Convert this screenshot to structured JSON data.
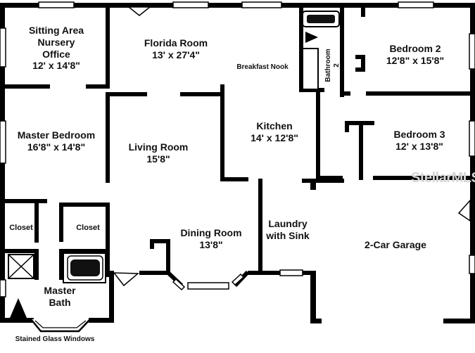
{
  "rooms": {
    "sitting_area": {
      "line1": "Sitting Area",
      "line2": "Nursery",
      "line3": "Office",
      "dims": "12' x 14'8\""
    },
    "florida_room": {
      "name": "Florida Room",
      "dims": "13' x 27'4\""
    },
    "breakfast_nook": {
      "name": "Breakfast Nook"
    },
    "bathroom_2": {
      "name": "Bathroom",
      "number": "2"
    },
    "bedroom_2": {
      "name": "Bedroom 2",
      "dims": "12'8\" x 15'8\""
    },
    "master_bedroom": {
      "name": "Master Bedroom",
      "dims": "16'8\" x 14'8\""
    },
    "living_room": {
      "name": "Living Room",
      "dims": "15'8\""
    },
    "kitchen": {
      "name": "Kitchen",
      "dims": "14' x 12'8\""
    },
    "bedroom_3": {
      "name": "Bedroom 3",
      "dims": "12' x 13'8\""
    },
    "closet_left": {
      "name": "Closet"
    },
    "closet_right": {
      "name": "Closet"
    },
    "dining_room": {
      "name": "Dining Room",
      "dims": "13'8\""
    },
    "laundry": {
      "line1": "Laundry",
      "line2": "with Sink"
    },
    "garage": {
      "name": "2-Car Garage"
    },
    "master_bath": {
      "line1": "Master",
      "line2": "Bath"
    }
  },
  "stained_glass": "Stained Glass Windows",
  "watermark": "StellarMLS"
}
